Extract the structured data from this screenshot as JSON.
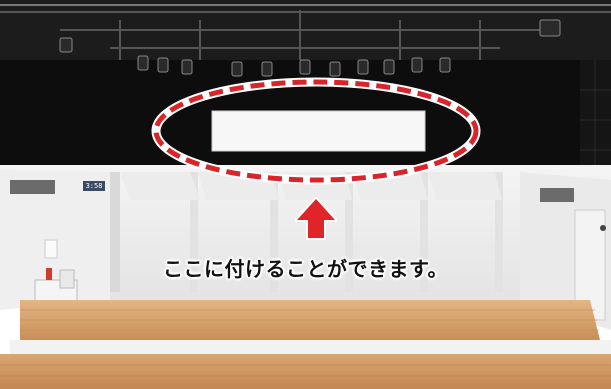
{
  "caption": "ここに付けることができます。",
  "clock_display": "3:58",
  "colors": {
    "highlight_ellipse": "#d9252a",
    "arrow": "#e0252a",
    "stage_floor": "#d4a16c",
    "ceiling": "#111111"
  },
  "icons": {
    "arrow": "up-arrow-icon",
    "highlight": "dashed-ellipse-highlight"
  }
}
